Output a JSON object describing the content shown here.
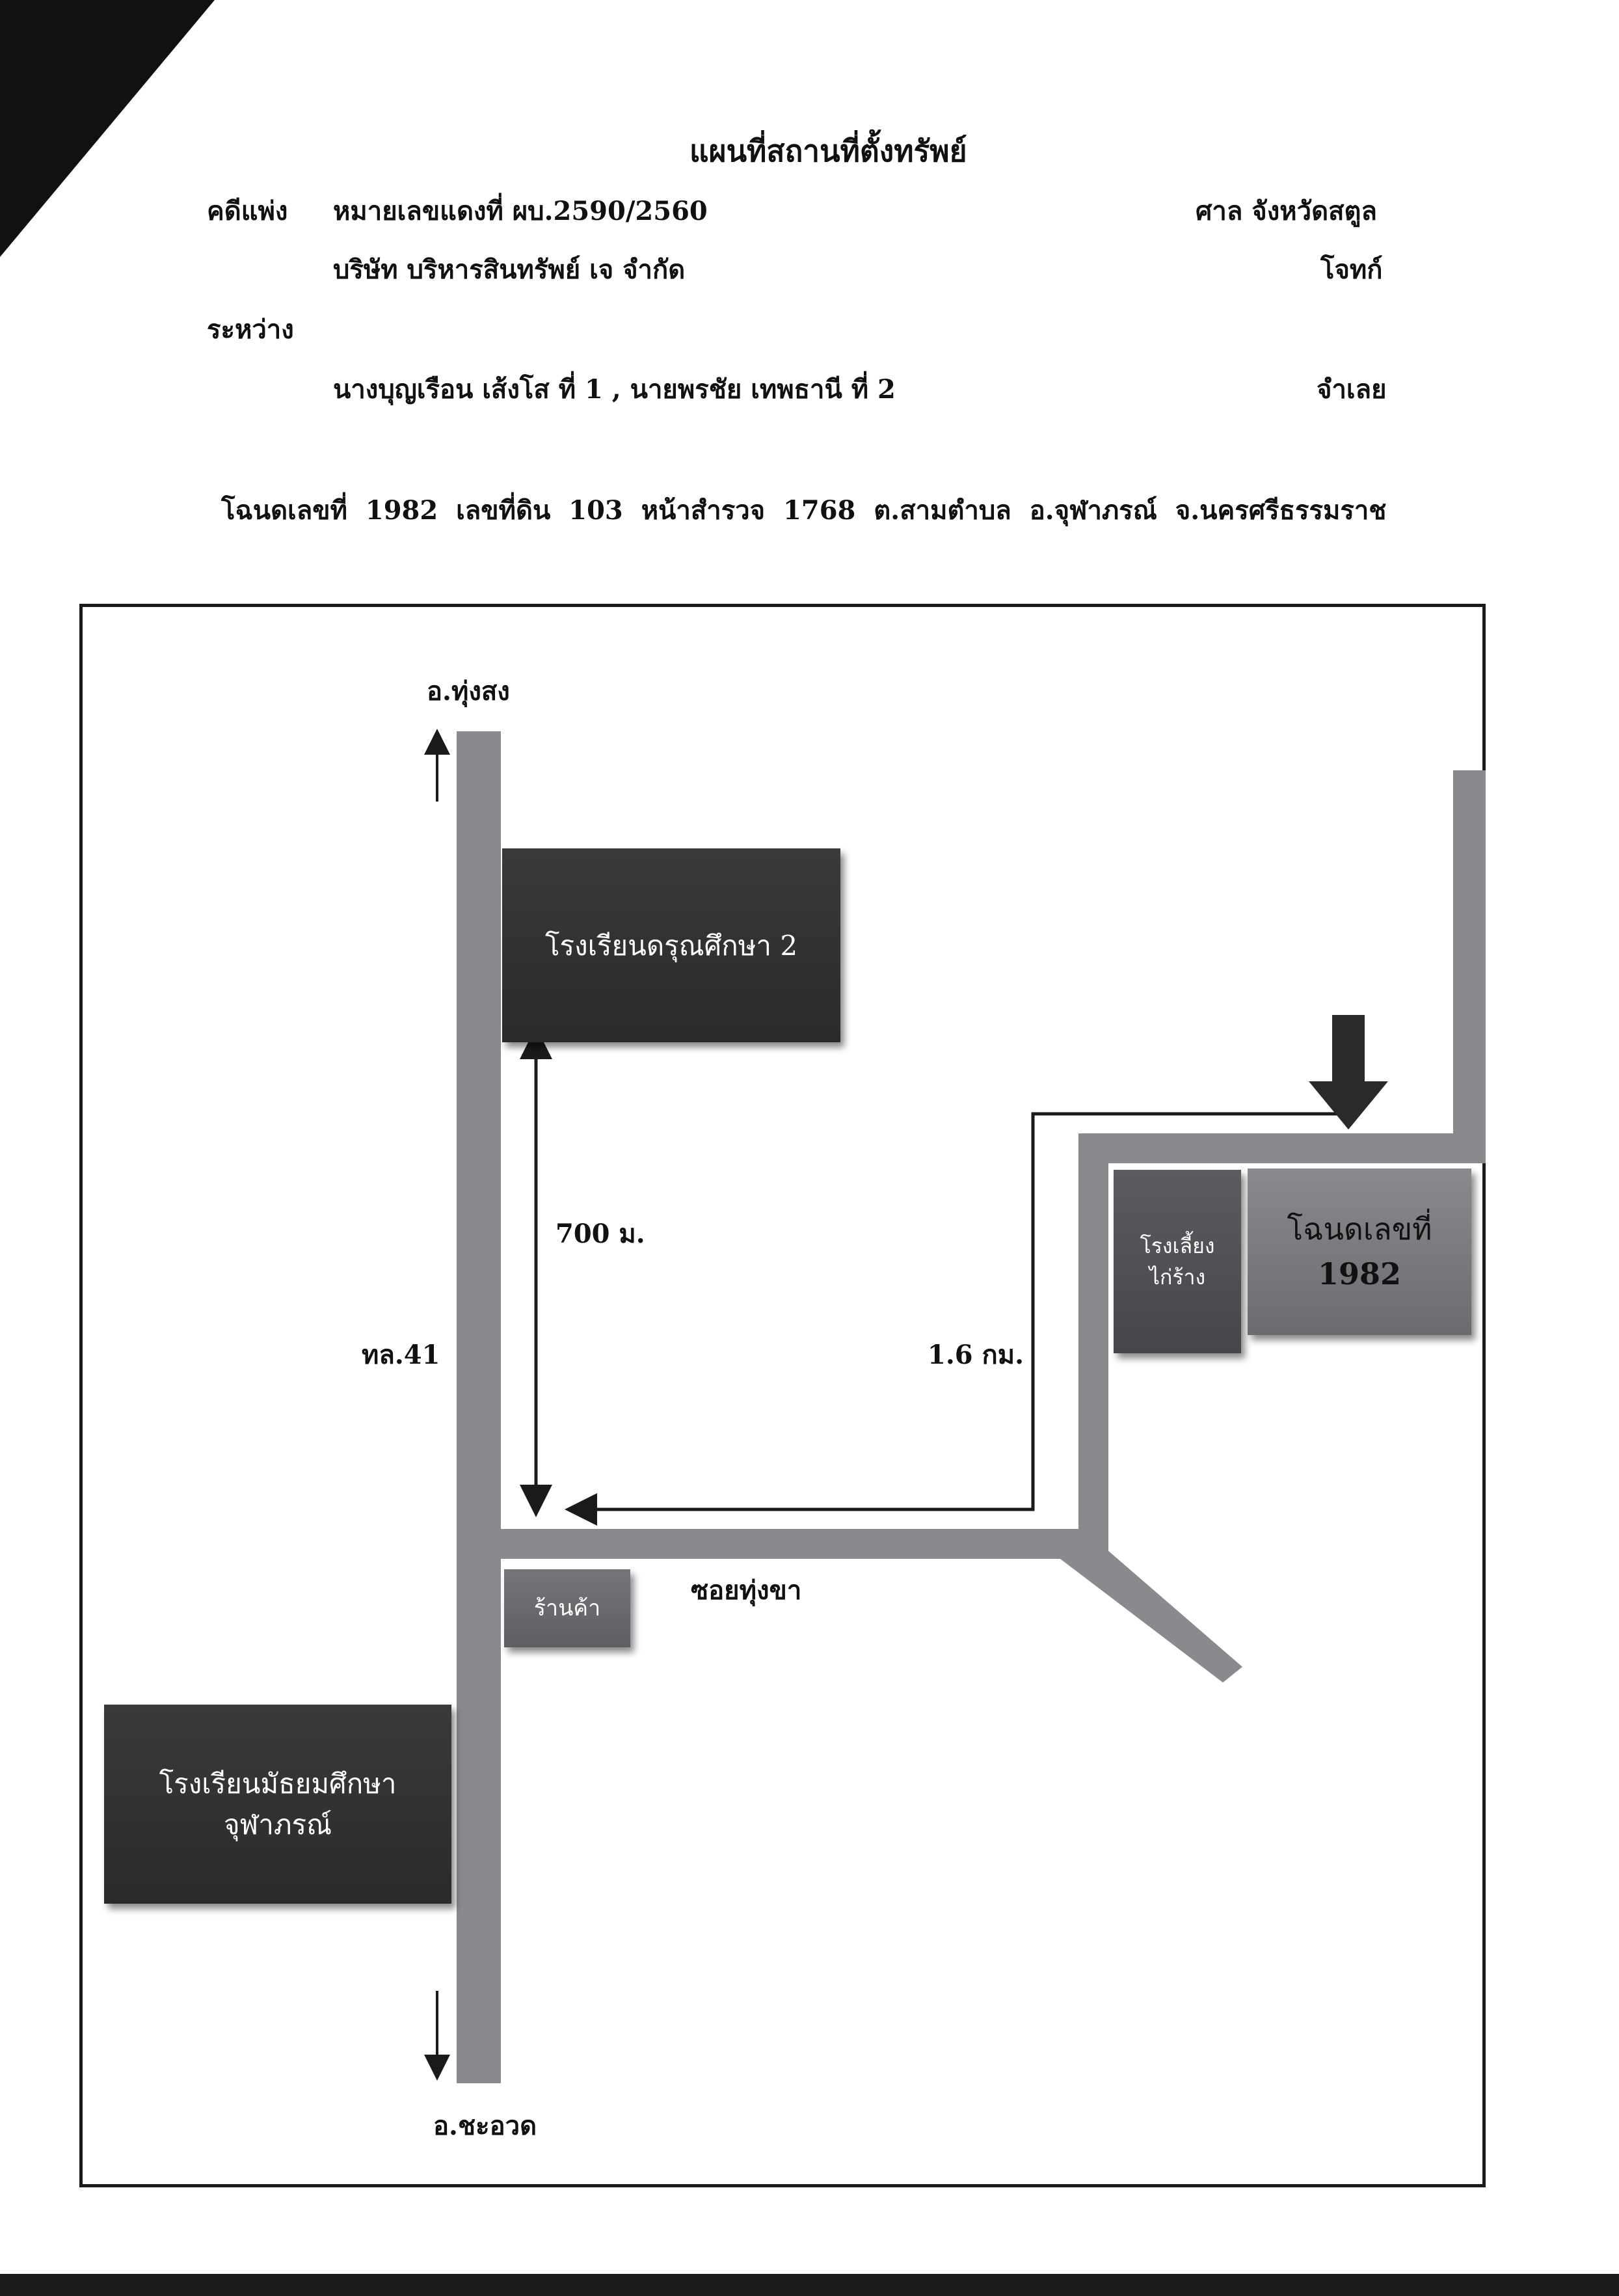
{
  "header": {
    "title": "แผนที่สถานที่ตั้งทรัพย์",
    "case_label": "คดีแพ่ง",
    "case_number": "หมายเลขแดงที่ ผบ.2590/2560",
    "court": "ศาล จังหวัดสตูล",
    "plaintiff_name": "บริษัท บริหารสินทรัพย์ เจ จำกัด",
    "plaintiff_role": "โจทก์",
    "between_label": "ระหว่าง",
    "defendant_names": "นางบุญเรือน เส้งโส ที่ 1 , นายพรชัย เทพธานี ที่ 2",
    "defendant_role": "จำเลย",
    "deed_line": "โฉนดเลขที่ 1982 เลขที่ดิน 103 หน้าสำรวจ 1768 ต.สามตำบล อ.จุฬาภรณ์ จ.นครศรีธรรมราช"
  },
  "map": {
    "north_label": "อ.ทุ่งสง",
    "south_label": "อ.ชะอวด",
    "highway_label": "ทล.41",
    "distance_school": "700 ม.",
    "distance_soi": "1.6 กม.",
    "soi_label": "ซอยทุ่งขา",
    "school2_label": "โรงเรียนดรุณศึกษา 2",
    "school_chula_line1": "โรงเรียนมัธยมศึกษา",
    "school_chula_line2": "จุฬาภรณ์",
    "shop_label": "ร้านค้า",
    "chicken_line1": "โรงเลี้ยง",
    "chicken_line2": "ไก่ร้าง",
    "deed_box_line1": "โฉนดเลขที่",
    "deed_box_line2": "1982"
  },
  "colors": {
    "road": "#8a8a8e",
    "dark_building": "#2e2e30",
    "arrow": "#1a1a1a"
  }
}
